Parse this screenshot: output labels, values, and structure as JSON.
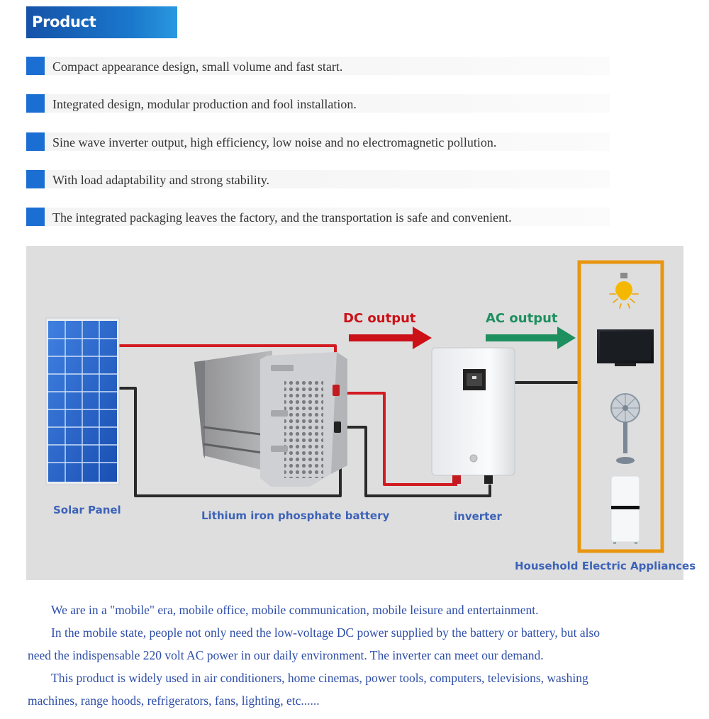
{
  "header": {
    "title": "Product advantages"
  },
  "advantages": [
    "Compact appearance design, small volume and fast start.",
    "Integrated design, modular production and fool installation.",
    "Sine wave inverter output, high efficiency, low noise and no electromagnetic pollution.",
    "With load adaptability and strong stability.",
    "The integrated packaging leaves the factory, and the transportation is safe and convenient."
  ],
  "diagram": {
    "dc_label": "DC output",
    "ac_label": "AC output",
    "solar_label": "Solar Panel",
    "battery_label": "Lithium iron phosphate battery",
    "inverter_label": "inverter",
    "appliances_label": "Household Electric Appliances",
    "colors": {
      "dc": "#cc1018",
      "ac": "#1e9060",
      "frame": "#e8960f",
      "label": "#3d63b8"
    }
  },
  "description": {
    "p1": "We are in a \"mobile\" era, mobile office, mobile communication, mobile leisure and entertainment.",
    "p2_line1": "In the mobile state, people not only need the low-voltage DC power supplied by the battery or battery, but also",
    "p2_line2": "need the indispensable 220 volt AC power in our daily environment. The inverter can meet our demand.",
    "p3_line1": "This product is widely used in air conditioners, home cinemas, power tools, computers, televisions, washing",
    "p3_line2": "machines, range hoods, refrigerators, fans, lighting, etc......"
  }
}
